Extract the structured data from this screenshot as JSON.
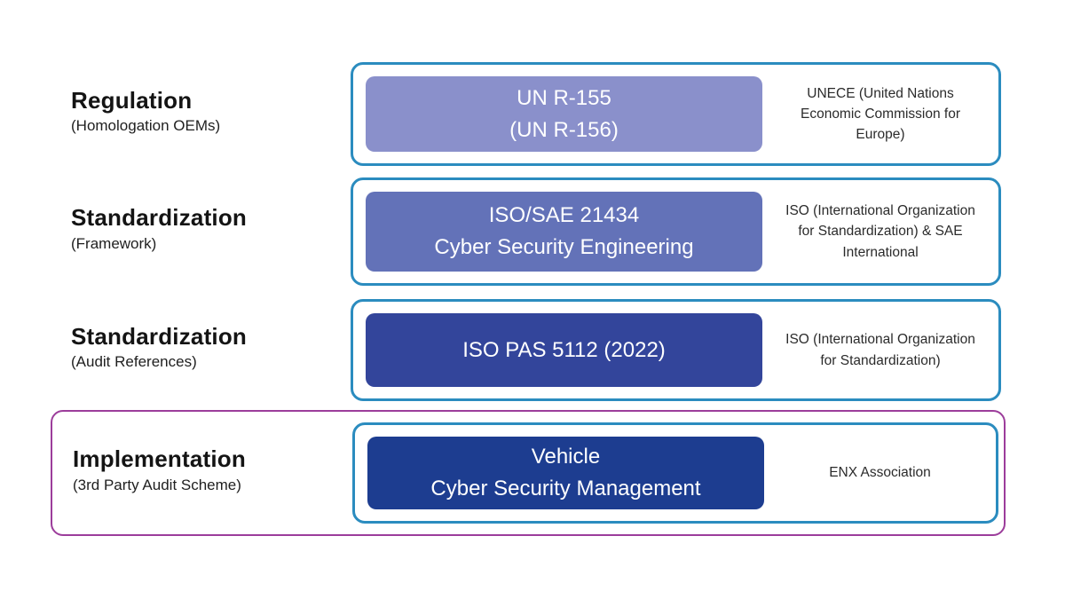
{
  "diagram": {
    "rows": [
      {
        "label": "Regulation",
        "sublabel": "(Homologation OEMs)",
        "box_line1": "UN R-155",
        "box_line2": "(UN R-156)",
        "org": "UNECE (United Nations Economic Commission for Europe)",
        "box_color": "#8A90CB"
      },
      {
        "label": "Standardization",
        "sublabel": "(Framework)",
        "box_line1": "ISO/SAE 21434",
        "box_line2": "Cyber Security Engineering",
        "org": "ISO (International Organization for Standardization) & SAE International",
        "box_color": "#6372B8"
      },
      {
        "label": "Standardization",
        "sublabel": "(Audit References)",
        "box_line1": "ISO PAS 5112 (2022)",
        "box_line2": "",
        "org": "ISO (International Organization for Standardization)",
        "box_color": "#33459B"
      },
      {
        "label": "Implementation",
        "sublabel": "(3rd Party Audit Scheme)",
        "box_line1": "Vehicle",
        "box_line2": "Cyber Security Management",
        "org": "ENX Association",
        "box_color": "#1D3D90"
      }
    ],
    "colors": {
      "container_border": "#2B8CBF",
      "highlight_border": "#9C3D9B",
      "box_text": "#FFFFFF",
      "label_text": "#141414",
      "org_text": "#2B2B2B"
    }
  }
}
